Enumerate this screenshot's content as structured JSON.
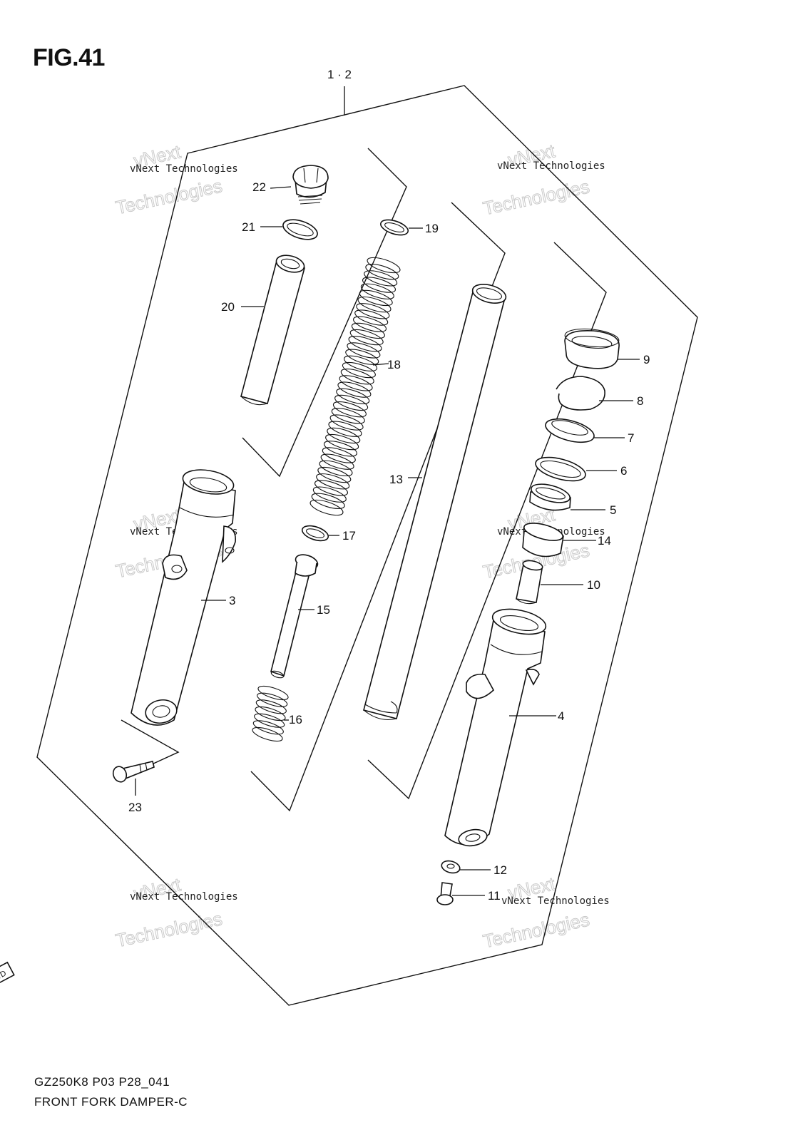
{
  "figure_label": "FIG.41",
  "assembly_callout": "1 · 2",
  "parts": [
    {
      "id": "p22",
      "label": "22"
    },
    {
      "id": "p21",
      "label": "21"
    },
    {
      "id": "p20",
      "label": "20"
    },
    {
      "id": "p19",
      "label": "19"
    },
    {
      "id": "p18",
      "label": "18"
    },
    {
      "id": "p17",
      "label": "17"
    },
    {
      "id": "p16",
      "label": "16"
    },
    {
      "id": "p15",
      "label": "15"
    },
    {
      "id": "p13",
      "label": "13"
    },
    {
      "id": "p9",
      "label": "9"
    },
    {
      "id": "p8",
      "label": "8"
    },
    {
      "id": "p7",
      "label": "7"
    },
    {
      "id": "p6",
      "label": "6"
    },
    {
      "id": "p5",
      "label": "5"
    },
    {
      "id": "p14",
      "label": "14"
    },
    {
      "id": "p10",
      "label": "10"
    },
    {
      "id": "p4",
      "label": "4"
    },
    {
      "id": "p3",
      "label": "3"
    },
    {
      "id": "p23",
      "label": "23"
    },
    {
      "id": "p12",
      "label": "12"
    },
    {
      "id": "p11",
      "label": "11"
    }
  ],
  "watermark": {
    "line1": "vNext Technologies",
    "line2": "vNext",
    "line3": "Technologies"
  },
  "fwd_label": "FWD",
  "footer": {
    "model_code": "GZ250K8 P03 P28_041",
    "diagram_name": "FRONT FORK DAMPER-C"
  }
}
